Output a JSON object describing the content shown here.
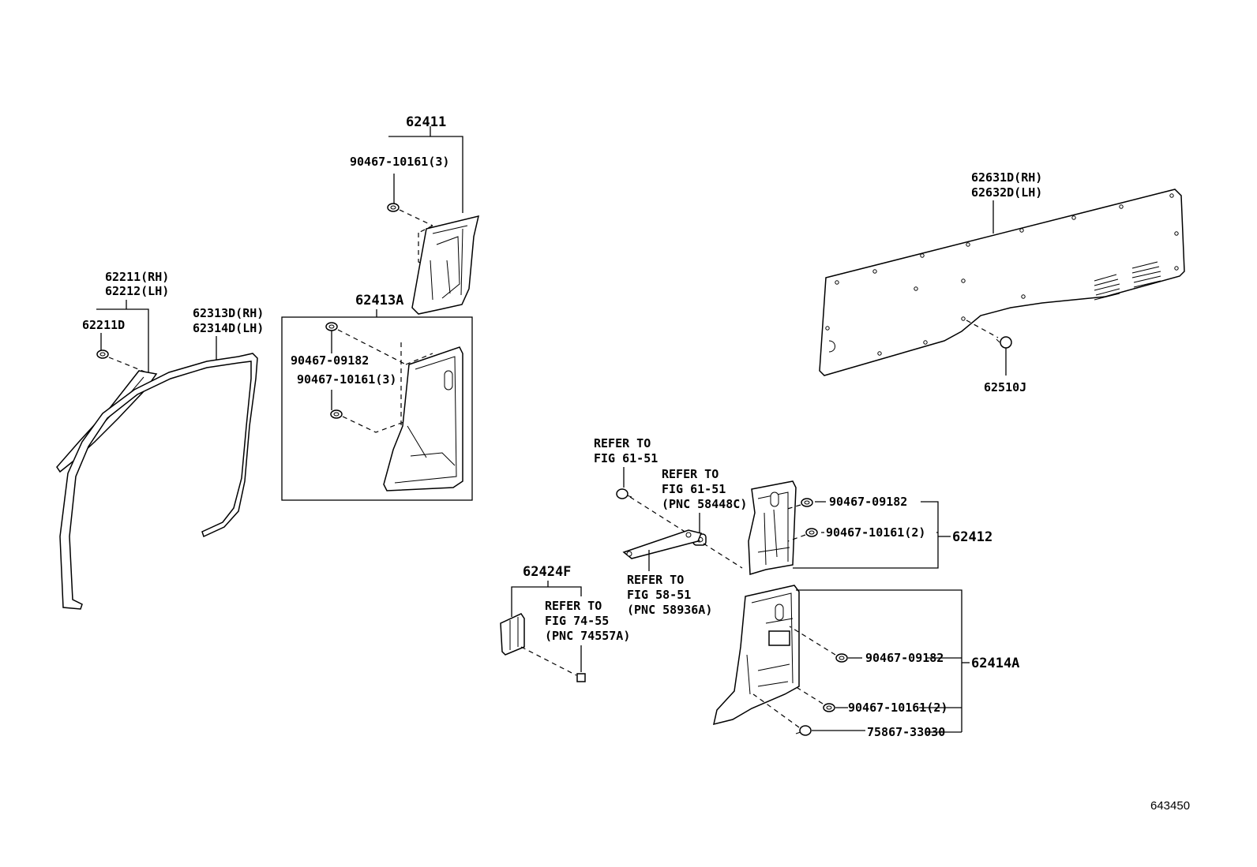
{
  "labels": {
    "l62411": "62411",
    "l62411_bolt": "90467-10161(3)",
    "l62211_rh": "62211(RH)",
    "l62212_lh": "62212(LH)",
    "l62211d": "62211D",
    "l62313d_rh": "62313D(RH)",
    "l62314d_lh": "62314D(LH)",
    "l62413a": "62413A",
    "l62413a_clip1": "90467-09182",
    "l62413a_clip2": "90467-10161(3)",
    "l62631d_rh": "62631D(RH)",
    "l62632d_lh": "62632D(LH)",
    "l62510j": "62510J",
    "ref1_a": "REFER TO",
    "ref1_b": "FIG 61-51",
    "ref2_a": "REFER TO",
    "ref2_b": "FIG 61-51",
    "ref2_c": "(PNC 58448C)",
    "l62412_clip1": "90467-09182",
    "l62412_clip2": "90467-10161(2)",
    "l62412": "62412",
    "ref3_a": "REFER TO",
    "ref3_b": "FIG 58-51",
    "ref3_c": "(PNC 58936A)",
    "l62424f": "62424F",
    "ref4_a": "REFER TO",
    "ref4_b": "FIG 74-55",
    "ref4_c": "(PNC 74557A)",
    "l62414a_clip1": "90467-09182",
    "l62414a": "62414A",
    "l62414a_clip2": "90467-10161(2)",
    "l62414a_clip3": "75867-33030",
    "figure_number": "643450"
  }
}
